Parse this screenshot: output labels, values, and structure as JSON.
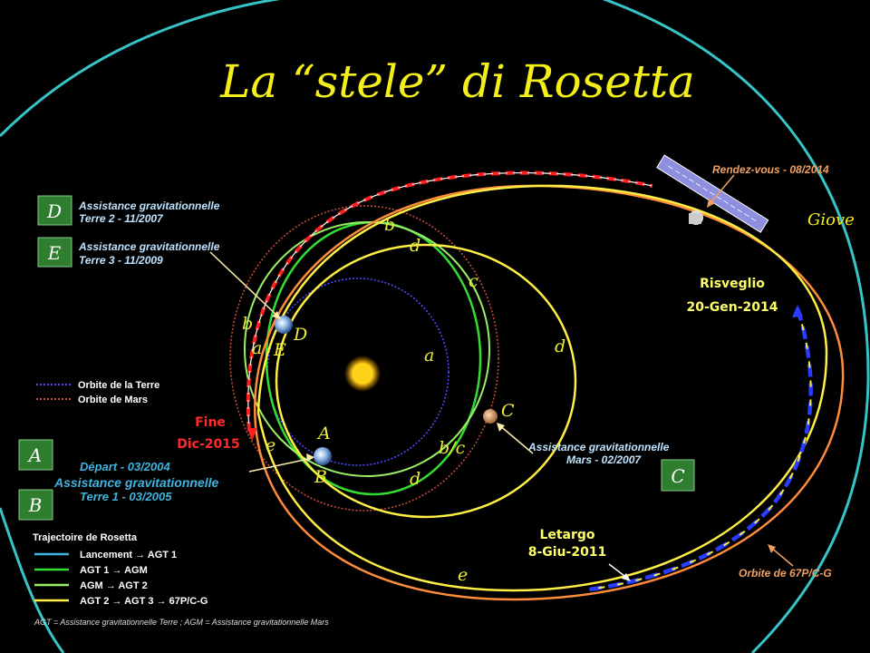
{
  "title": "La “stele” di Rosetta",
  "callouts": {
    "D": {
      "line1": "Assistance gravitationnelle",
      "line2": "Terre 2 - 11/2007"
    },
    "E": {
      "line1": "Assistance gravitationnelle",
      "line2": "Terre 3 - 11/2009"
    },
    "A": {
      "line1": "Départ - 03/2004"
    },
    "B": {
      "line1": "Assistance gravitationnelle",
      "line2": "Terre 1 - 03/2005"
    },
    "C": {
      "line1": "Assistance gravitationnelle",
      "line2": "Mars - 02/2007"
    },
    "rendezvous": "Rendez-vous - 08/2014",
    "orbit_comet": "Orbite de 67P/C-G"
  },
  "box_letters": {
    "D": "D",
    "E": "E",
    "A": "A",
    "B": "B",
    "C": "C"
  },
  "annotations": {
    "giove": "Giove",
    "risveglio_1": "Risveglio",
    "risveglio_2": "20-Gen-2014",
    "letargo_1": "Letargo",
    "letargo_2": "8-Giu-2011",
    "fine_1": "Fine",
    "fine_2": "Dic-2015"
  },
  "orbit_letters": {
    "b1": "b",
    "d1": "d",
    "c1": "c",
    "d2": "d",
    "a1": "a",
    "b2": "b",
    "a2": "a",
    "E": "E",
    "D": "D",
    "A": "A",
    "B": "B",
    "C": "C",
    "bc": "b/c",
    "d3": "d",
    "e1": "e",
    "e2": "e"
  },
  "legend": {
    "earth_orbit": "Orbite de la Terre",
    "mars_orbit": "Orbite de Mars",
    "trajectory_title": "Trajectoire de Rosetta",
    "items": [
      {
        "label": "Lancement → AGT 1",
        "color": "#3fb4e0"
      },
      {
        "label": "AGT 1 → AGM",
        "color": "#33dd33"
      },
      {
        "label": "AGM → AGT 2",
        "color": "#99ee66"
      },
      {
        "label": "AGT 2 → AGT 3 → 67P/C-G",
        "color": "#ffee44"
      }
    ],
    "footnote": "AGT = Assistance gravitationnelle Terre ; AGM = Assistance gravitationnelle Mars"
  },
  "colors": {
    "background": "#000000",
    "title": "#f4ef1a",
    "jupiter_orbit": "#36c4c8",
    "earth_orbit": "#4a4aff",
    "mars_orbit": "#c24a3a",
    "comet_orbit": "#ff8c3a",
    "callout_text": "#bfe4ff",
    "orange_text": "#f0a060",
    "box_fill": "#2f7d2f"
  }
}
